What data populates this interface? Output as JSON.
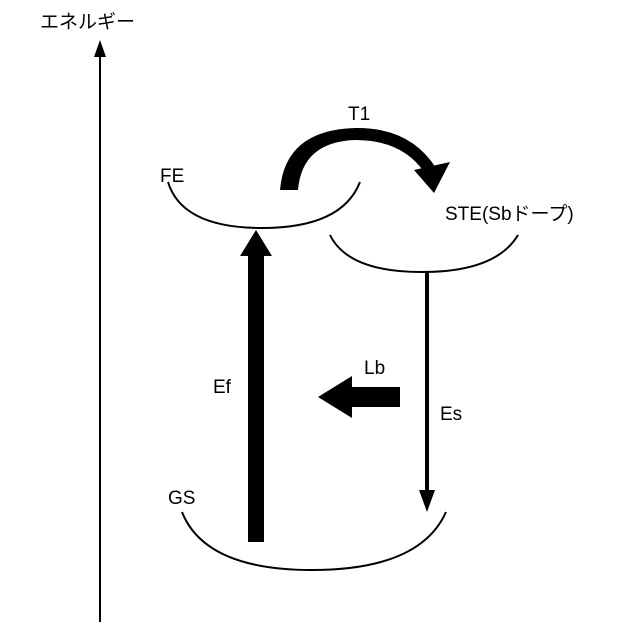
{
  "axis": {
    "label": "エネルギー"
  },
  "states": {
    "fe": "FE",
    "ste": "STE(Sbドープ)",
    "gs": "GS"
  },
  "transitions": {
    "t1": "T1",
    "ef": "Ef",
    "es": "Es",
    "lb": "Lb"
  },
  "colors": {
    "ink": "#000000",
    "background": "#ffffff"
  }
}
